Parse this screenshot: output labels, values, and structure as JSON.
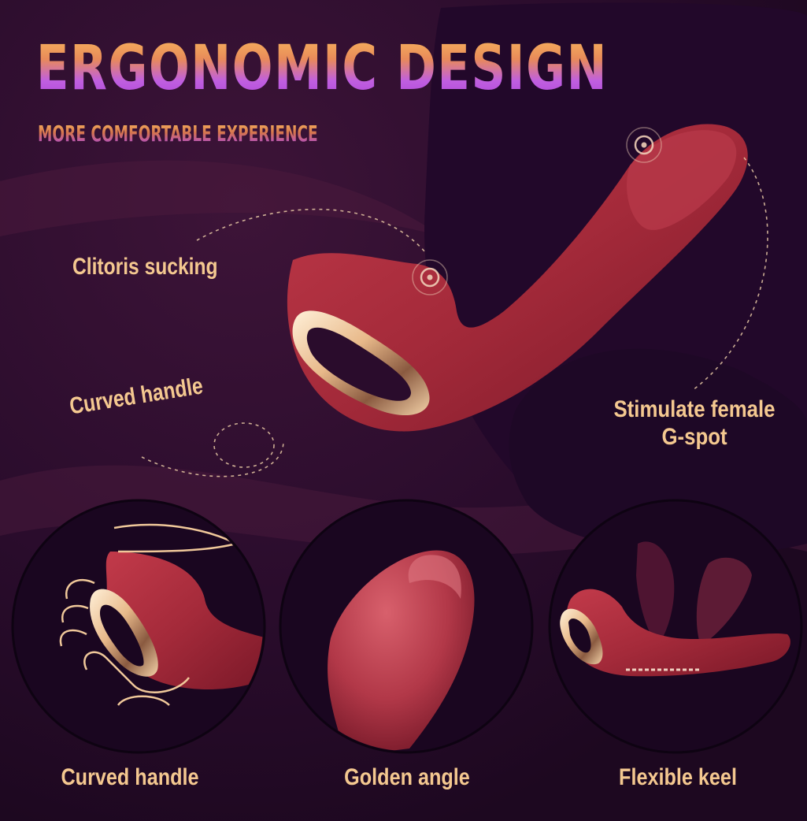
{
  "header": {
    "title": "ERGONOMIC DESIGN",
    "subtitle": "MORE COMFORTABLE EXPERIENCE"
  },
  "callouts": {
    "clitoris": "Clitoris sucking",
    "handle": "Curved handle",
    "gspot_line1": "Stimulate female",
    "gspot_line2": "G-spot"
  },
  "features": [
    {
      "label": "Curved handle"
    },
    {
      "label": "Golden angle"
    },
    {
      "label": "Flexible keel"
    }
  ],
  "colors": {
    "background": "#2a0c2c",
    "product": "#a42a3a",
    "label": "#f4c890",
    "gold": "#e8b98a"
  }
}
